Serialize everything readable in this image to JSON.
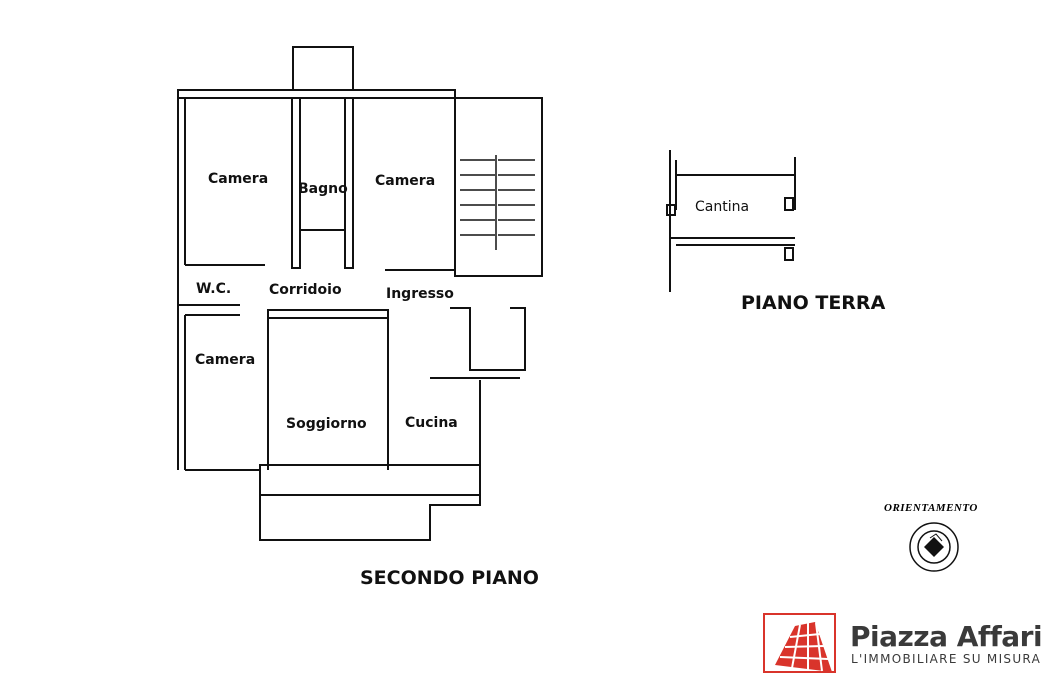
{
  "floors": {
    "second": {
      "title": "SECONDO PIANO",
      "rooms": [
        "Camera",
        "Bagno",
        "Camera",
        "W.C.",
        "Corridoio",
        "Ingresso",
        "Camera",
        "Soggiorno",
        "Cucina"
      ]
    },
    "ground": {
      "title": "PIANO TERRA",
      "rooms": [
        "Cantina"
      ]
    }
  },
  "orientation": {
    "label": "ORIENTAMENTO",
    "icon": "compass-icon"
  },
  "logo": {
    "name": "Piazza Affari",
    "tagline": "L'IMMOBILIARE SU MISURA",
    "accent": "#d9342b",
    "text_color": "#3a3a3a"
  }
}
